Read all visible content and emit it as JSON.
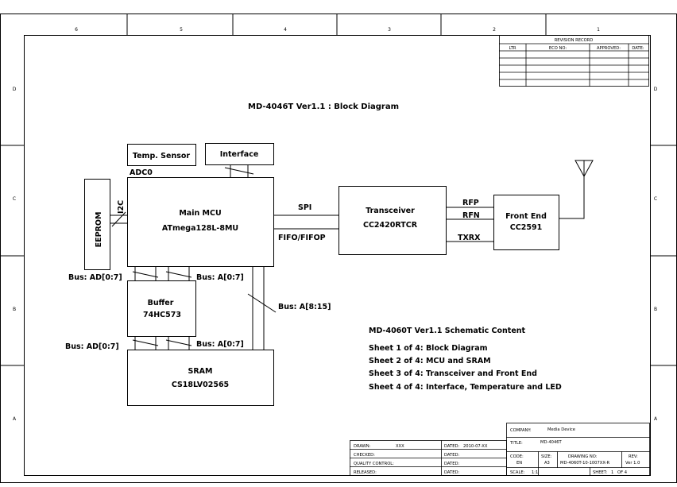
{
  "frame": {
    "columns": [
      "6",
      "5",
      "4",
      "3",
      "2",
      "1"
    ],
    "rows": [
      "D",
      "C",
      "B",
      "A"
    ]
  },
  "revision_record": {
    "title": "REVISION RECORD",
    "headers": [
      "LTR",
      "ECO NO:",
      "APPROVED:",
      "DATE:"
    ]
  },
  "diagram_title": "MD-4046T Ver1.1 : Block Diagram",
  "blocks": {
    "temp_sensor": "Temp. Sensor",
    "interface": "Interface",
    "eeprom": "EEPROM",
    "mcu_line1": "Main MCU",
    "mcu_line2": "ATmega128L-8MU",
    "transceiver_line1": "Transceiver",
    "transceiver_line2": "CC2420RTCR",
    "frontend_line1": "Front End",
    "frontend_line2": "CC2591",
    "buffer_line1": "Buffer",
    "buffer_line2": "74HC573",
    "sram_line1": "SRAM",
    "sram_line2": "CS18LV02565"
  },
  "signals": {
    "adc0": "ADC0",
    "i2c": "I2C",
    "spi": "SPI",
    "fifo": "FIFO/FIFOP",
    "rfp": "RFP",
    "rfn": "RFN",
    "txrx": "TXRX",
    "bus_ad_top": "Bus: AD[0:7]",
    "bus_a_top": "Bus: A[0:7]",
    "bus_a_high": "Bus: A[8:15]",
    "bus_ad_bottom": "Bus: AD[0:7]",
    "bus_a_bottom": "Bus: A[0:7]"
  },
  "schematic_content": {
    "heading": "MD-4060T Ver1.1 Schematic Content",
    "sheets": [
      "Sheet 1 of 4: Block Diagram",
      "Sheet 2 of 4: MCU and SRAM",
      "Sheet 3 of 4: Transceiver and Front End",
      "Sheet 4 of 4: Interface, Temperature and LED"
    ]
  },
  "signoff": {
    "drawn_label": "DRAWN:",
    "drawn_value": "XXX",
    "dated_label": "DATED:",
    "drawn_date": "2010-07-XX",
    "checked_label": "CHECKED:",
    "qc_label": "QUALITY CONTROL:",
    "released_label": "RELEASED:"
  },
  "title_block": {
    "company_label": "COMPANY:",
    "company_value": "Media Device",
    "title_label": "TITLE:",
    "title_value": "MD-4046T",
    "code_label": "CODE:",
    "code_value": "EN",
    "size_label": "SIZE:",
    "size_value": "A3",
    "drawing_label": "DRAWING NO:",
    "drawing_value": "MD-4060T-10-1007XX-R",
    "rev_label": "REV:",
    "rev_value": "Ver 1.0",
    "scale_label": "SCALE:",
    "scale_value": "1:1",
    "sheet_label": "SHEET:",
    "sheet_value": "1",
    "sheet_of": "OF 4"
  }
}
